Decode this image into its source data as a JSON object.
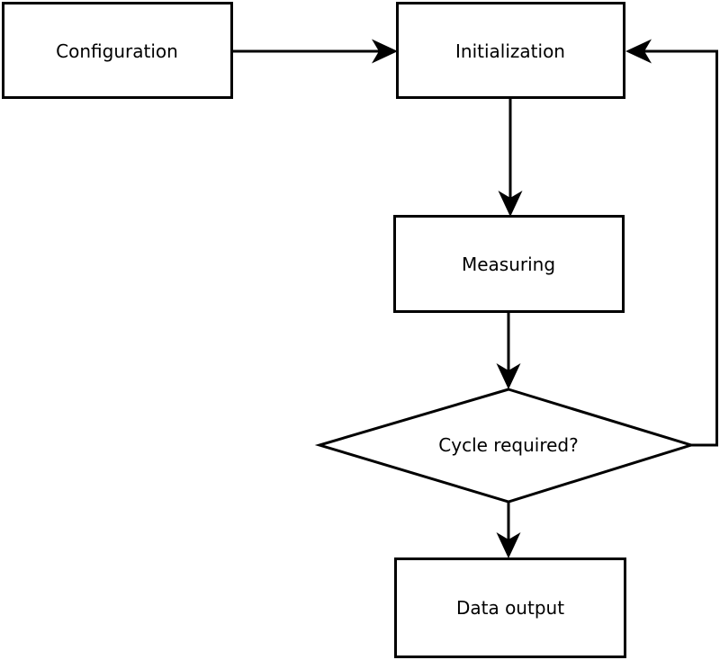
{
  "diagram": {
    "type": "flowchart",
    "background_color": "#ffffff",
    "line_color": "#000000",
    "text_color": "#000000",
    "nodes": {
      "configuration": {
        "label": "Configuration",
        "shape": "rectangle"
      },
      "initialization": {
        "label": "Initialization",
        "shape": "rectangle"
      },
      "measuring": {
        "label": "Measuring",
        "shape": "rectangle"
      },
      "cycle_required": {
        "label": "Cycle required?",
        "shape": "diamond"
      },
      "data_output": {
        "label": "Data output",
        "shape": "rectangle"
      }
    },
    "edges": [
      {
        "from": "configuration",
        "to": "initialization",
        "style": "arrow-right"
      },
      {
        "from": "initialization",
        "to": "measuring",
        "style": "arrow-down"
      },
      {
        "from": "measuring",
        "to": "cycle_required",
        "style": "arrow-down"
      },
      {
        "from": "cycle_required",
        "to": "data_output",
        "style": "arrow-down"
      },
      {
        "from": "cycle_required",
        "to": "initialization",
        "style": "feedback-loop-right"
      }
    ]
  }
}
